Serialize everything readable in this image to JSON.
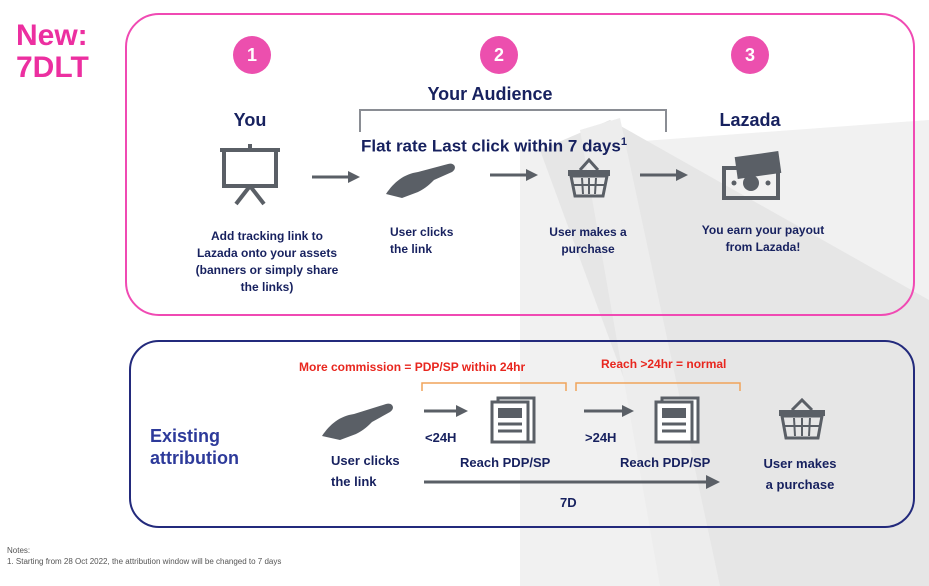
{
  "title_line1": "New:",
  "title_line2": "7DLT",
  "steps": [
    {
      "number": "1",
      "heading": "You",
      "caption": "Add tracking link to Lazada onto your assets (banners or simply share the links)"
    },
    {
      "number": "2",
      "heading": "Your Audience",
      "subheading": "Flat rate Last click within 7 days",
      "superscript": "1"
    },
    {
      "number": "3",
      "heading": "Lazada",
      "caption": "You earn your payout from Lazada!"
    }
  ],
  "new_captions": {
    "user_clicks": "User clicks the link",
    "user_purchase": "User makes a purchase"
  },
  "existing": {
    "label_line1": "Existing",
    "label_line2": "attribution",
    "bracket1": "More commission = PDP/SP within 24hr",
    "bracket2": "Reach >24hr = normal",
    "user_clicks_line1": "User clicks",
    "user_clicks_line2": "the link",
    "lt24": "<24H",
    "gt24": ">24H",
    "reach1": "Reach PDP/SP",
    "reach2": "Reach PDP/SP",
    "purchase_line1": "User makes",
    "purchase_line2": "a purchase",
    "span": "7D"
  },
  "notes": {
    "heading": "Notes:",
    "item": "1.   Starting from 28 Oct 2022, the attribution window will be changed to 7 days"
  },
  "colors": {
    "pink": "#ec4fae",
    "navy": "#17215f",
    "red": "#e8261e",
    "icon_grey": "#5a5f66",
    "orange": "#f0a45a"
  }
}
